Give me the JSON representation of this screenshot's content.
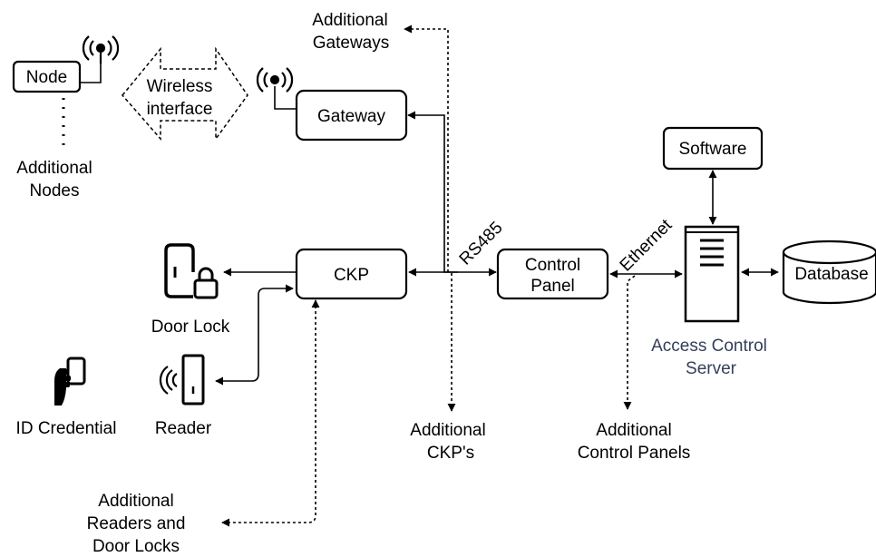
{
  "nodes": {
    "node": "Node",
    "additional_nodes": [
      "Additional",
      "Nodes"
    ],
    "wireless_interface": [
      "Wireless",
      "interface"
    ],
    "additional_gateways": [
      "Additional",
      "Gateways"
    ],
    "gateway": "Gateway",
    "software": "Software",
    "door_lock": "Door Lock",
    "ckp": "CKP",
    "control_panel": [
      "Control",
      "Panel"
    ],
    "database": "Database",
    "access_control_server": [
      "Access Control",
      "Server"
    ],
    "id_credential": "ID Credential",
    "reader": "Reader",
    "additional_ckps": [
      "Additional",
      "CKP's"
    ],
    "additional_control_panels": [
      "Additional",
      "Control Panels"
    ],
    "additional_readers": [
      "Additional",
      "Readers and",
      "Door Locks"
    ]
  },
  "edge_labels": {
    "rs485": "RS485",
    "ethernet": "Ethernet"
  },
  "colors": {
    "line": "#000000",
    "server_label": "#34405a"
  }
}
